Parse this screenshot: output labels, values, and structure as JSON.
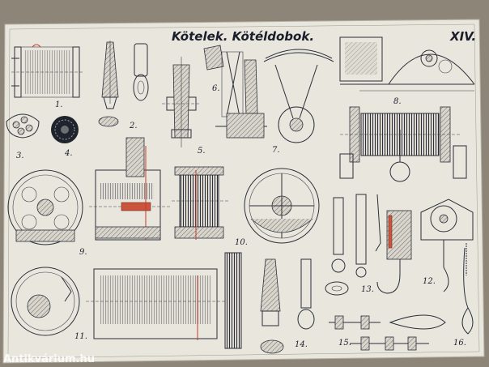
{
  "plate": {
    "title": "Kötelek. Kötéldobok.",
    "number": "XIV."
  },
  "figures": [
    {
      "id": "fig-1",
      "label": "1."
    },
    {
      "id": "fig-2",
      "label": "2."
    },
    {
      "id": "fig-3",
      "label": "3."
    },
    {
      "id": "fig-4",
      "label": "4."
    },
    {
      "id": "fig-5",
      "label": "5."
    },
    {
      "id": "fig-6",
      "label": "6."
    },
    {
      "id": "fig-7",
      "label": "7."
    },
    {
      "id": "fig-8",
      "label": "8."
    },
    {
      "id": "fig-9",
      "label": "9."
    },
    {
      "id": "fig-10",
      "label": "10."
    },
    {
      "id": "fig-11",
      "label": "11."
    },
    {
      "id": "fig-12",
      "label": "12."
    },
    {
      "id": "fig-13",
      "label": "13."
    },
    {
      "id": "fig-14",
      "label": "14."
    },
    {
      "id": "fig-15",
      "label": "15."
    },
    {
      "id": "fig-16",
      "label": "16."
    }
  ],
  "watermark": "Antikvárium.hu",
  "colors": {
    "paper": "#e9e6dd",
    "ink": "#2a2f3a",
    "accent_red": "#c43a2c",
    "background": "#8d8578"
  }
}
